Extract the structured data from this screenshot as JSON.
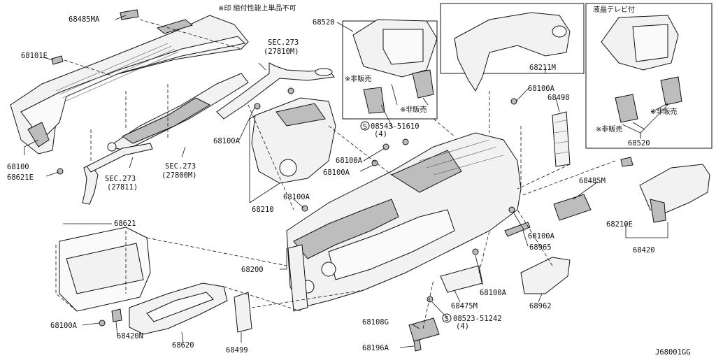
{
  "header": {
    "note": "※印 組付性能上単品不可",
    "lcd_box_title": "液晶テレビ付"
  },
  "labels": {
    "p68485MA": "68485MA",
    "p68101E": "68101E",
    "p68100": "68100",
    "p68621E": "68621E",
    "sec273_a": "SEC.273",
    "sec273_a_code": "(27810M)",
    "sec273_b": "SEC.273",
    "sec273_b_code": "(27811)",
    "sec273_c": "SEC.273",
    "sec273_c_code": "(27800M)",
    "p68520_main": "68520",
    "p68520_lcd": "68520",
    "p68211M": "68211M",
    "p68100A_top": "68100A",
    "p68498": "68498",
    "p68100A_left": "68100A",
    "p08543": "08543-51610",
    "p08543_qty": "(4)",
    "p68100A_mid1": "68100A",
    "p68100A_mid2": "68100A",
    "p68210": "68210",
    "p68100A_mid3": "68100A",
    "p68485M": "68485M",
    "p68621": "68621",
    "p68200": "68200",
    "p68100A_r1": "68100A",
    "p68965": "68965",
    "p68210E": "68210E",
    "p68420": "68420",
    "p68100A_r2": "68100A",
    "p68475M": "68475M",
    "p68962": "68962",
    "p68100A_low": "68100A",
    "p68420N": "68420N",
    "p68108G": "68108G",
    "p08523": "08523-51242",
    "p08523_qty": "(4)",
    "p68620": "68620",
    "p68499": "68499",
    "p68196A": "68196A",
    "hibaihin_1": "※非販売",
    "hibaihin_2": "※非販売",
    "hibaihin_3": "※非販売",
    "hibaihin_4": "※非販売",
    "diagram_code": "J68001GG"
  }
}
